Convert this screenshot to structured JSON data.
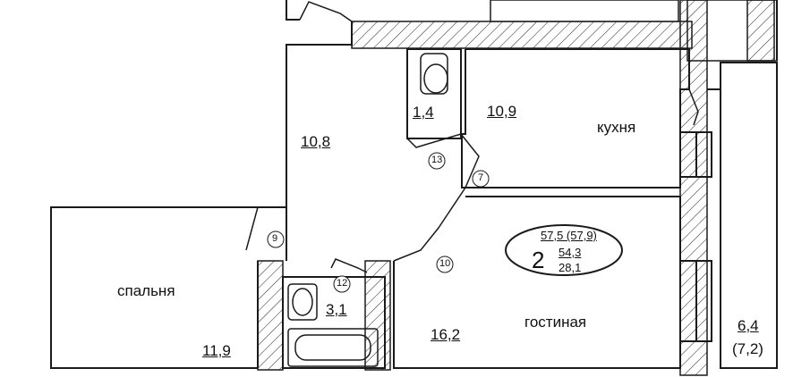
{
  "plan": {
    "rooms": [
      {
        "id": "bedroom",
        "name": "спальня",
        "area": "11,9"
      },
      {
        "id": "hall",
        "name": "",
        "area": "10,8"
      },
      {
        "id": "wc",
        "name": "",
        "area": "1,4"
      },
      {
        "id": "kitchen",
        "name": "кухня",
        "area": "10,9"
      },
      {
        "id": "bath",
        "name": "",
        "area": "3,1"
      },
      {
        "id": "living",
        "name": "гостиная",
        "area": "16,2"
      },
      {
        "id": "loggia",
        "name": "",
        "area": "6,4",
        "area_alt": "(7,2)"
      }
    ],
    "summary": {
      "rooms_count": "2",
      "total_area": "57,5 (57,9)",
      "living_area": "54,3",
      "residential_area": "28,1"
    },
    "door_markers": [
      "9",
      "10",
      "12",
      "13",
      "7"
    ],
    "colors": {
      "line": "#1a1a1a",
      "hatch": "#222222",
      "fill": "#ffffff"
    }
  }
}
